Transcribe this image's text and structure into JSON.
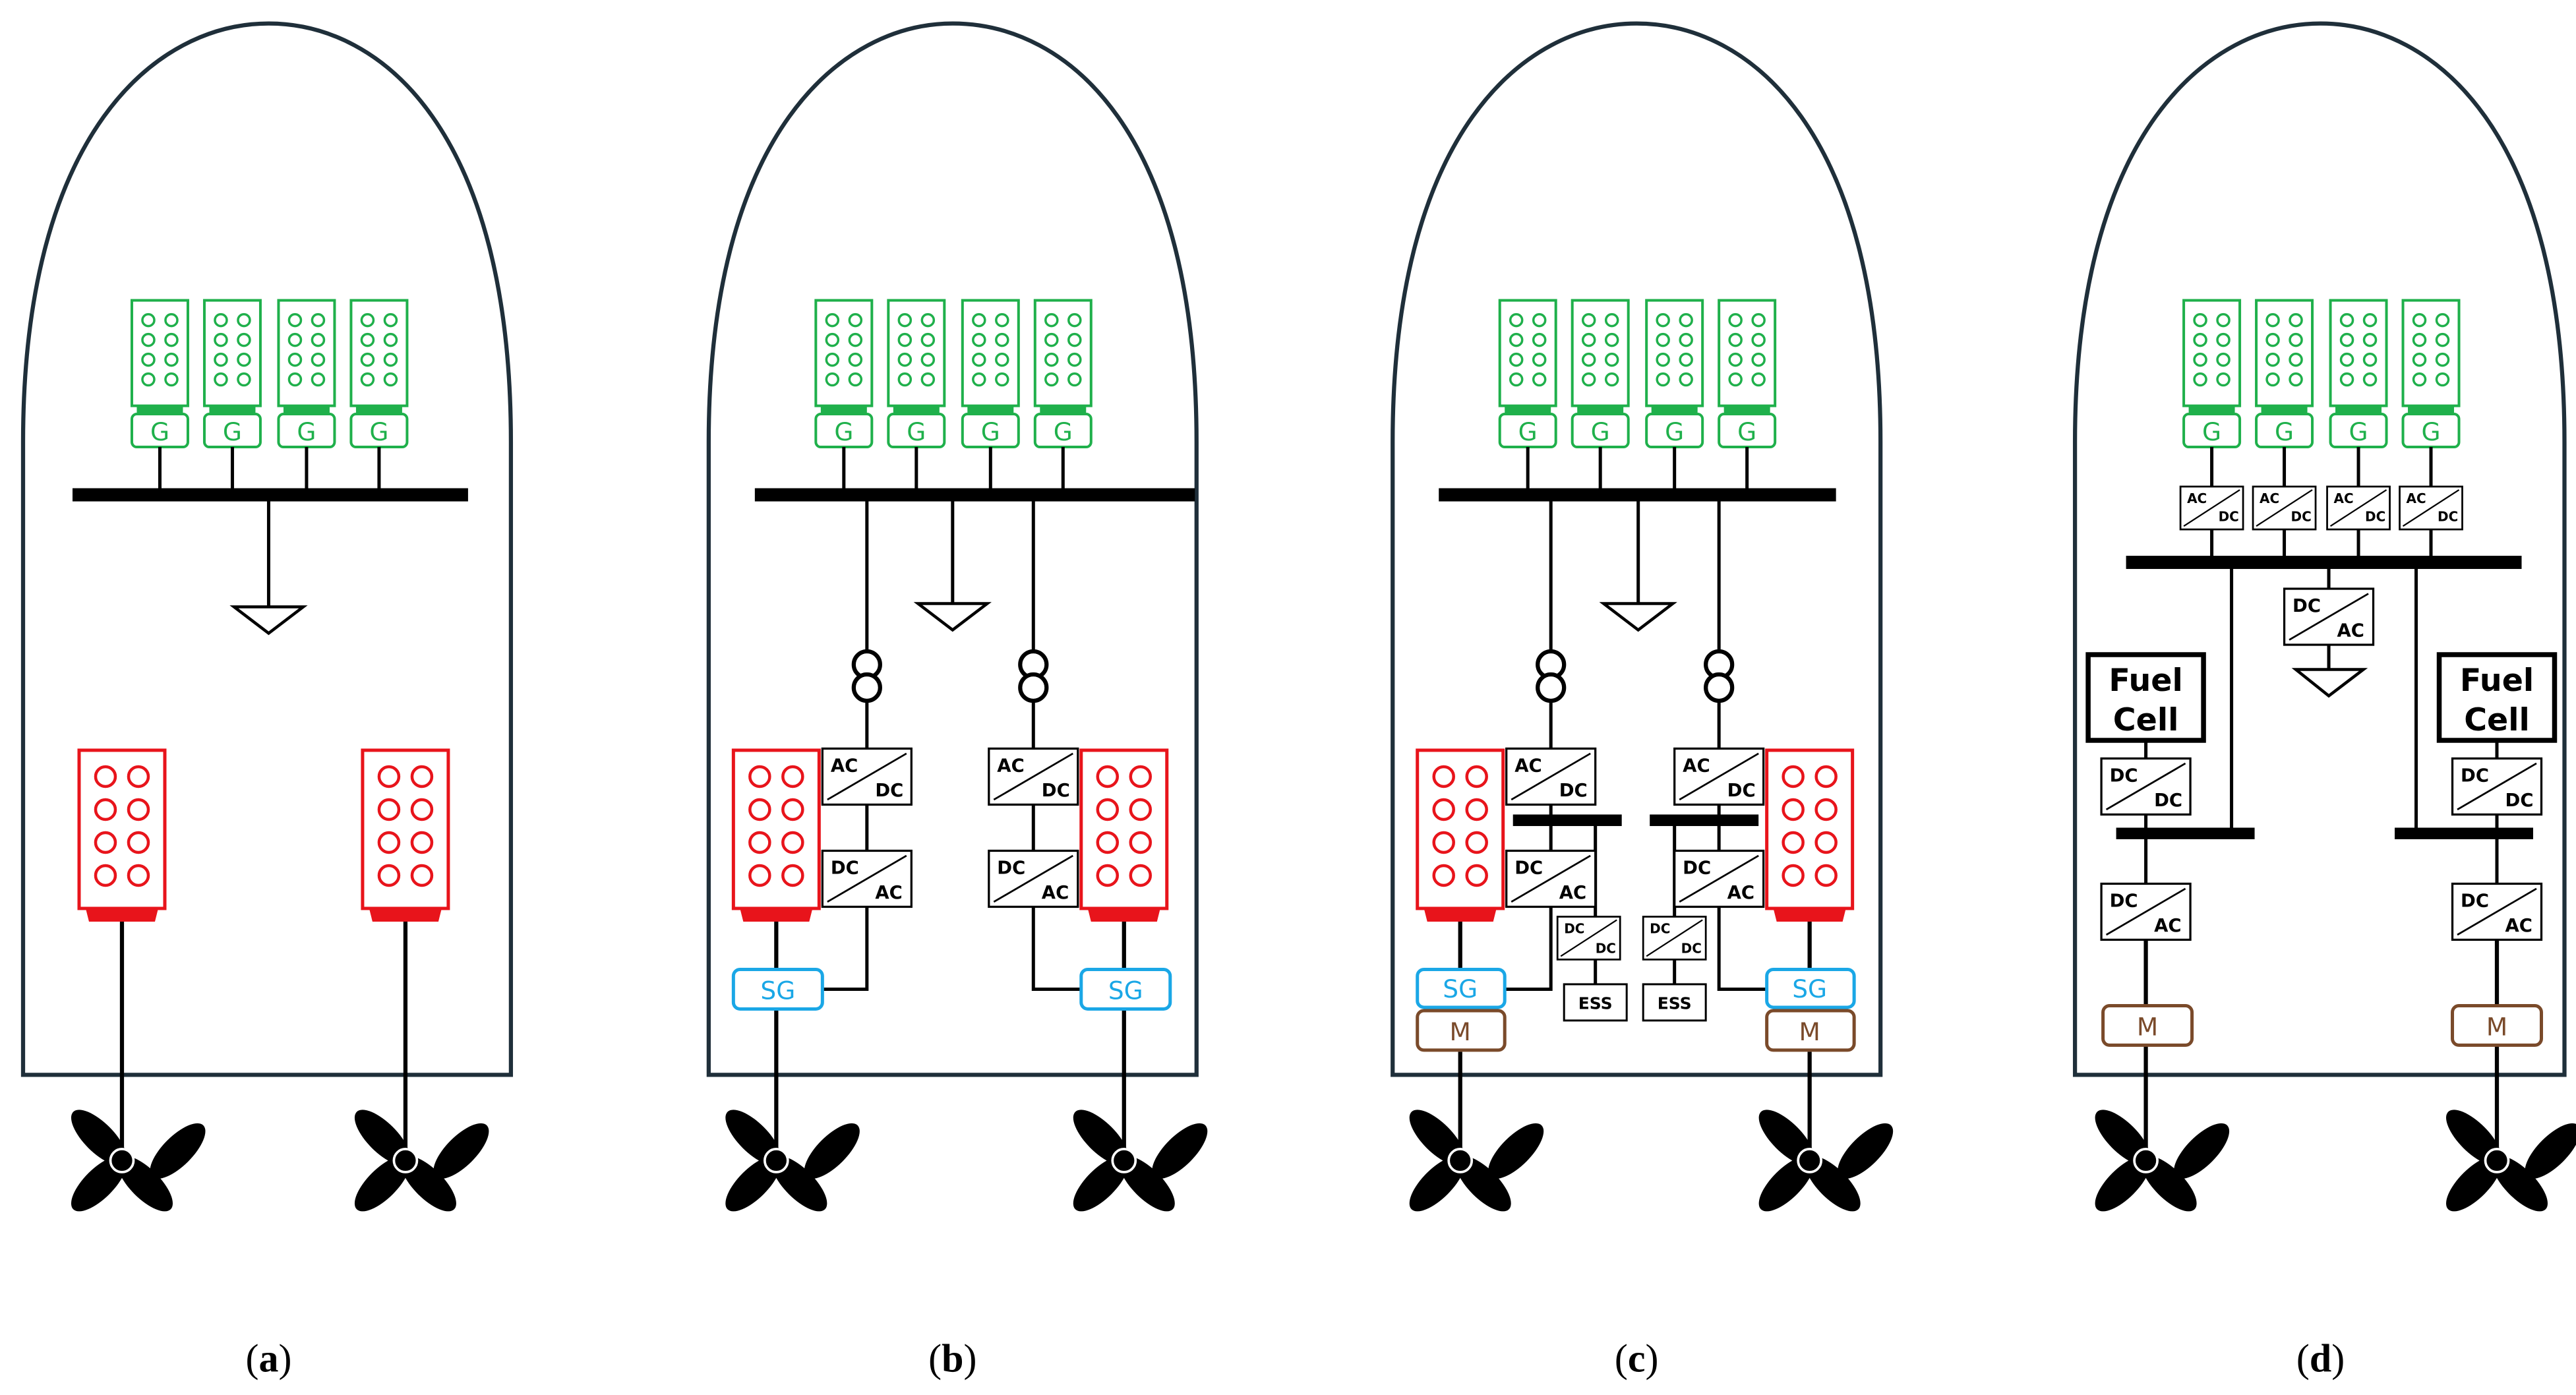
{
  "labels": {
    "generator": "G",
    "shaft_generator": "SG",
    "motor": "M",
    "ess": "ESS",
    "ac": "AC",
    "dc": "DC",
    "fuel_cell_line1": "Fuel",
    "fuel_cell_line2": "Cell"
  },
  "captions": {
    "a": "a",
    "b": "b",
    "c": "c",
    "d": "d"
  },
  "colors": {
    "hull": "#1f2f3a",
    "generator_engine": "#1fb04b",
    "propulsion_engine": "#e8141b",
    "shaft_generator": "#1aa7e6",
    "motor": "#7a4a2a",
    "line": "#000000"
  }
}
